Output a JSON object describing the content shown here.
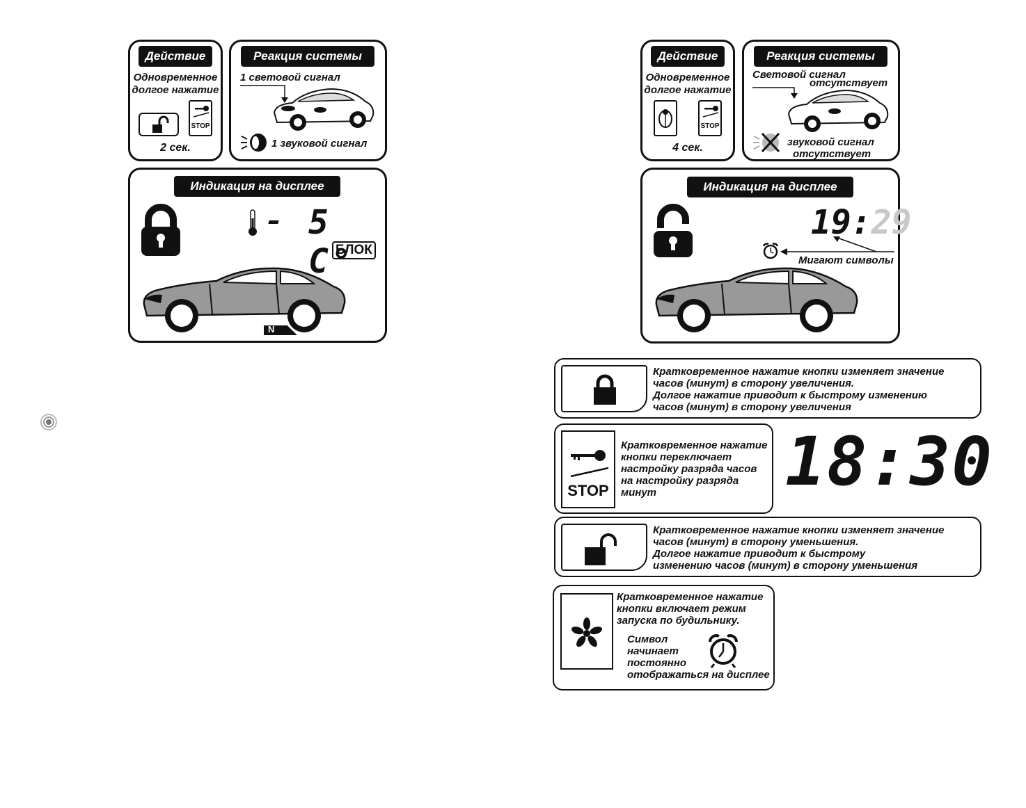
{
  "left_panel": {
    "action_title": "Действие",
    "action_desc": [
      "Одновременное",
      "долгое нажатие"
    ],
    "action_key_stop": "STOP",
    "action_time": "2 сек.",
    "reaction_title": "Реакция системы",
    "reaction_light": "1 световой сигнал",
    "reaction_sound": "1 звуковой сигнал",
    "display_title": "Индикация на дисплее",
    "display_digits": "5 C°",
    "display_block": "БЛОК",
    "display_gear": "N"
  },
  "right_panel": {
    "action_title": "Действие",
    "action_desc": [
      "Одновременное",
      "долгое нажатие"
    ],
    "action_key_stop": "STOP",
    "action_time": "4 сек.",
    "reaction_title": "Реакция системы",
    "reaction_light": [
      "Световой сигнал",
      "отсутствует"
    ],
    "reaction_sound": [
      "звуковой сигнал",
      "отсутствует"
    ],
    "display_title": "Индикация на дисплее",
    "display_hours": "19",
    "display_minutes": "29",
    "display_blink_label": "Мигают символы"
  },
  "hints": {
    "lock": [
      "Кратковременное нажатие кнопки изменяет значение",
      "часов (минут) в сторону увеличения.",
      "Долгое нажатие приводит к быстрому изменению",
      "часов (минут) в сторону увеличения"
    ],
    "stop": [
      "Кратковременное нажатие",
      "кнопки переключает",
      "настройку  разряда часов",
      "на настройку разряда",
      "минут"
    ],
    "stop_label": "STOP",
    "big_clock": "18:30",
    "unlock": [
      "Кратковременное нажатие кнопки изменяет значение",
      "часов (минут) в сторону уменьшения.",
      "Долгое нажатие приводит к быстрому",
      "изменению часов (минут) в сторону уменьшения"
    ],
    "star": [
      "Кратковременное нажатие",
      "кнопки включает режим",
      "запуска по будильнику."
    ],
    "star_symbol": [
      "Символ",
      "начинает",
      "постоянно",
      "отображаться на дисплее"
    ]
  }
}
